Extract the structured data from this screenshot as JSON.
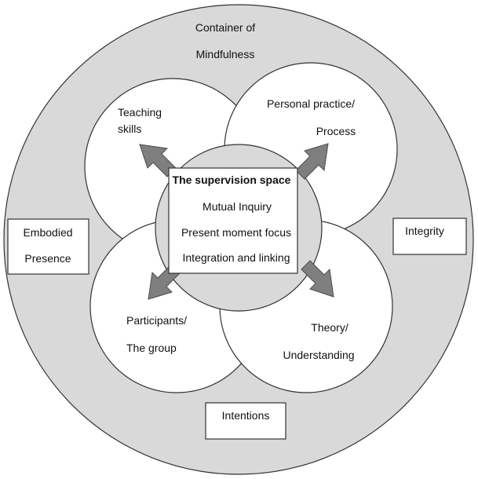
{
  "container": {
    "line1": "Container of",
    "line2": "Mindfulness"
  },
  "circles": {
    "teaching": {
      "line1": "Teaching",
      "line2": "skills"
    },
    "personal": {
      "line1": "Personal practice/",
      "line2": "Process"
    },
    "participants": {
      "line1": "Participants/",
      "line2": "The group"
    },
    "theory": {
      "line1": "Theory/",
      "line2": "Understanding"
    }
  },
  "supervision": {
    "title": "The supervision space",
    "items": [
      "Mutual Inquiry",
      "Present moment focus",
      "Integration and linking"
    ]
  },
  "side_boxes": {
    "embodied": {
      "line1": "Embodied",
      "line2": "Presence"
    },
    "integrity": "Integrity",
    "intentions": "Intentions"
  },
  "colors": {
    "container_fill": "#d9d9d9",
    "center_fill": "#d9d9d9",
    "arrow_fill": "#7f7f7f",
    "stroke": "#333333"
  }
}
